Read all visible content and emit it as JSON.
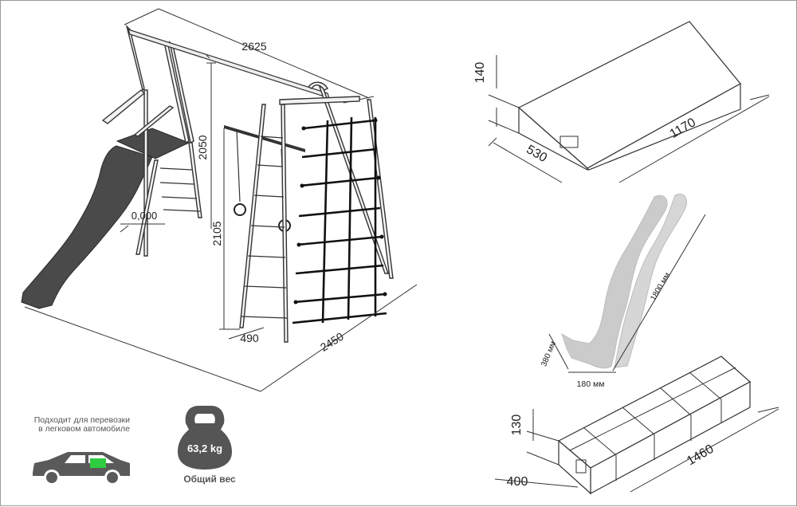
{
  "playset": {
    "dimensions": {
      "top_length": "2625",
      "height": "2050",
      "height_total": "2105",
      "ground": "0,000",
      "depth": "490",
      "base_length": "2450"
    }
  },
  "package_box": {
    "height": "140",
    "width": "530",
    "length": "1170"
  },
  "slide_part": {
    "length": "1800 мм",
    "width": "380 мм",
    "depth": "180 мм"
  },
  "package_long": {
    "height": "130",
    "width": "400",
    "length": "1460"
  },
  "transport": {
    "caption": "Подходит для перевозки в легковом автомобиле"
  },
  "weight": {
    "value": "63,2 kg",
    "label": "Общий вес"
  },
  "colors": {
    "slide": "#4a4a4a",
    "frame": "#e8e8e8",
    "outline": "#333333",
    "net": "#111111",
    "accent_green": "#2ecc40",
    "ghost": "#c8c8c8"
  }
}
